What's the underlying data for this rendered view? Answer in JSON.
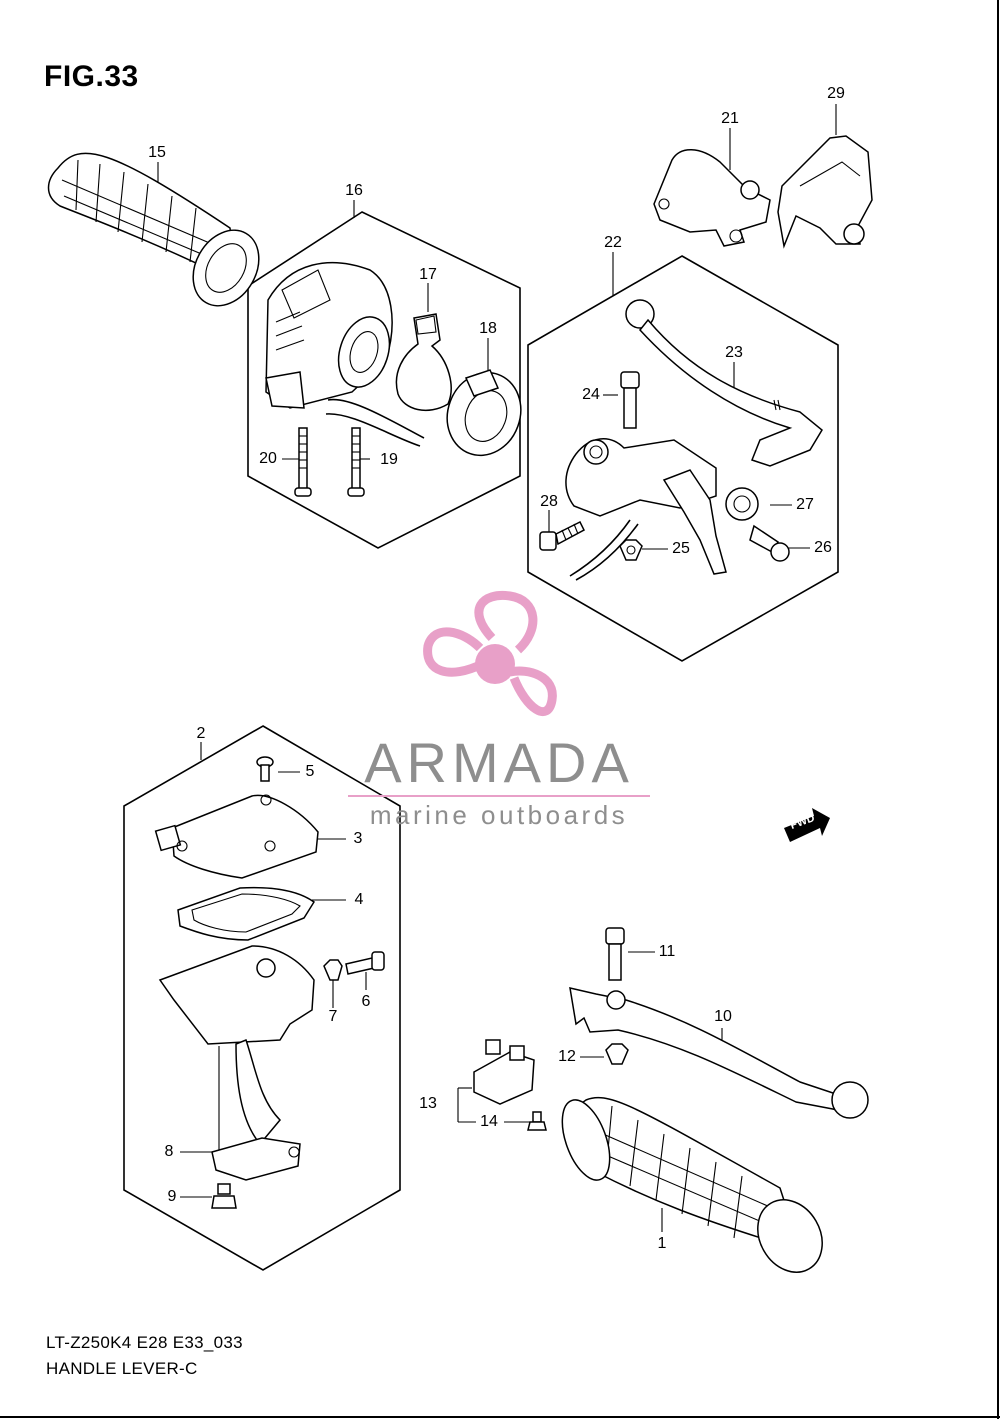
{
  "figure": {
    "title": "FIG.33",
    "model_code": "LT-Z250K4 E28 E33_033",
    "caption": "HANDLE LEVER-C"
  },
  "watermark": {
    "brand": "ARMADA",
    "tagline": "marine outboards",
    "logo_color": "#e8a0c8",
    "text_color": "#8e8e8e"
  },
  "fwd_marker": "FWD",
  "callouts": {
    "c1": "1",
    "c2": "2",
    "c3": "3",
    "c4": "4",
    "c5": "5",
    "c6": "6",
    "c7": "7",
    "c8": "8",
    "c9": "9",
    "c10": "10",
    "c11": "11",
    "c12": "12",
    "c13": "13",
    "c14": "14",
    "c15": "15",
    "c16": "16",
    "c17": "17",
    "c18": "18",
    "c19": "19",
    "c20": "20",
    "c21": "21",
    "c22": "22",
    "c23": "23",
    "c24": "24",
    "c25": "25",
    "c26": "26",
    "c27": "27",
    "c28": "28",
    "c29": "29"
  },
  "icons": {
    "propeller": "propeller-logo-icon",
    "fwd": "forward-arrow-icon"
  }
}
